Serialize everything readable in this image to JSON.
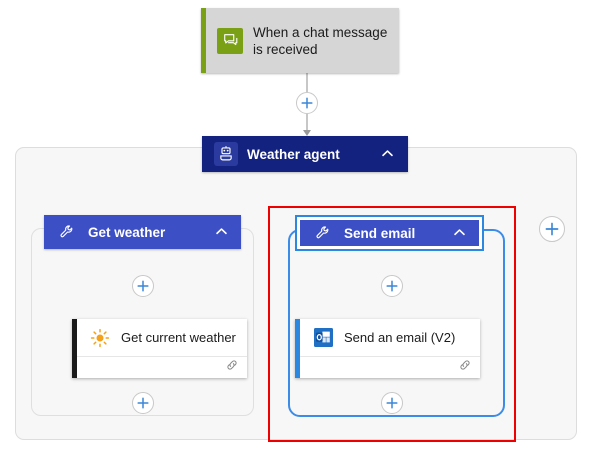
{
  "flow": {
    "trigger": {
      "label": "When a chat message is received",
      "icon": "chat-bubble-icon",
      "accent_color": "#7aa116"
    },
    "agent": {
      "label": "Weather agent",
      "icon": "robot-icon",
      "collapse_icon": "chevron-up-icon",
      "color": "#13217f"
    },
    "tools": [
      {
        "label": "Get weather",
        "icon": "wrench-icon",
        "collapse_icon": "chevron-up-icon",
        "color": "#3c4fc4",
        "selected": false,
        "action": {
          "label": "Get current weather",
          "icon": "sun-icon",
          "accent_color": "#1a1a1a",
          "footer_icon": "link-icon"
        }
      },
      {
        "label": "Send email",
        "icon": "wrench-icon",
        "collapse_icon": "chevron-up-icon",
        "color": "#3c4fc4",
        "selected": true,
        "selection_color": "#2b88e0",
        "action": {
          "label": "Send an email (V2)",
          "icon": "outlook-icon",
          "accent_color": "#2b88e0",
          "footer_icon": "link-icon"
        }
      }
    ],
    "add_buttons": {
      "label": "+",
      "icon": "plus-icon",
      "color": "#3b86d8"
    },
    "annotation": {
      "shape": "rectangle",
      "color": "#ee0000"
    }
  }
}
